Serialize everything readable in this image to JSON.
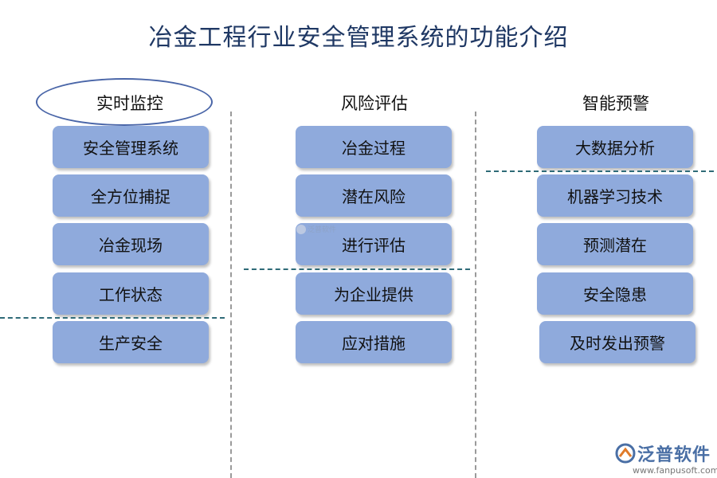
{
  "title": "冶金工程行业安全管理系统的功能介绍",
  "columns": [
    {
      "heading": "实时监控",
      "items": [
        "安全管理系统",
        "全方位捕捉",
        "冶金现场",
        "工作状态",
        "生产安全"
      ]
    },
    {
      "heading": "风险评估",
      "items": [
        "冶金过程",
        "潜在风险",
        "进行评估",
        "为企业提供",
        "应对措施"
      ]
    },
    {
      "heading": "智能预警",
      "items": [
        "大数据分析",
        "机器学习技术",
        "预测潜在",
        "安全隐患",
        "及时发出预警"
      ]
    }
  ],
  "watermark": {
    "center_text": "泛普软件",
    "logo_name": "泛普软件",
    "logo_url": "www.fanpusoft.com"
  },
  "colors": {
    "box_fill": "#8faadc",
    "title": "#1f3864",
    "ellipse_border": "#4a66a8",
    "divider": "#2f6b78"
  }
}
